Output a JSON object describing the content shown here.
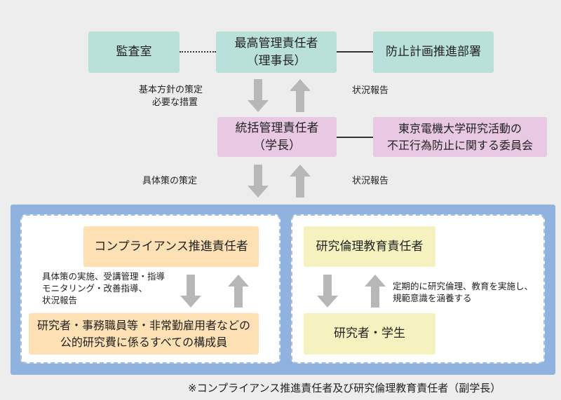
{
  "colors": {
    "background": "#ededed",
    "teal_box": "#b9e0d9",
    "pink_box": "#e8c8e2",
    "orange_box": "#fde0b3",
    "yellow_box": "#f6f2bf",
    "panel": "#8fb3de",
    "arrow": "#b7b7b7"
  },
  "top": {
    "audit": "監査室",
    "chief": {
      "line1": "最高管理責任者",
      "line2": "（理事長）"
    },
    "prevention": "防止計画推進部署",
    "label_down": {
      "line1": "基本方針の策定",
      "line2": "必要な措置"
    },
    "label_up": "状況報告"
  },
  "middle": {
    "general": {
      "line1": "統括管理責任者",
      "line2": "（学長）"
    },
    "committee": {
      "line1": "東京電機大学研究活動の",
      "line2": "不正行為防止に関する委員会"
    },
    "label_down": "具体策の策定",
    "label_up": "状況報告"
  },
  "left_panel": {
    "compliance": "コンプライアンス推進責任者",
    "label": {
      "line1": "具体策の実施、受講管理・指導",
      "line2": "モニタリング・改善指導、",
      "line3": "状況報告"
    },
    "members": {
      "line1": "研究者・事務職員等・非常勤雇用者などの",
      "line2": "公的研究費に係るすべての構成員"
    }
  },
  "right_panel": {
    "ethics": "研究倫理教育責任者",
    "label": {
      "line1": "定期的に研究倫理、教育を実施し、",
      "line2": "規範意識を涵養する"
    },
    "students": "研究者・学生"
  },
  "footnote": "※コンプライアンス推進責任者及び研究倫理教育責任者（副学長）"
}
